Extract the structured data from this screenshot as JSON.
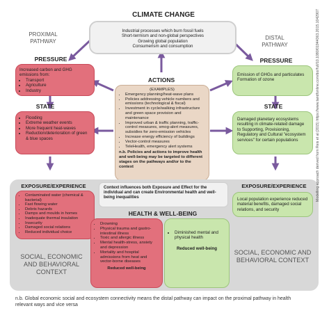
{
  "colors": {
    "red_fill": "#e2707c",
    "red_border": "#c84a59",
    "green_fill": "#c9e6ad",
    "green_border": "#9cc57c",
    "tan_fill": "#ead7c6",
    "tan_border": "#c9ad95",
    "grey_fill": "#f1f1f1",
    "grey_border": "#cfcfcf",
    "context_band": "#d8d8d8",
    "arrow": "#7a5a9e"
  },
  "headings": {
    "climate_change": "CLIMATE CHANGE",
    "proximal_line1": "PROXIMAL",
    "proximal_line2": "PATHWAY",
    "distal_line1": "DISTAL",
    "distal_line2": "PATHWAY",
    "pressure_left": "PRESSURE",
    "pressure_right": "PRESSURE",
    "actions": "ACTIONS",
    "state_left": "STATE",
    "state_right": "STATE",
    "exposure_left": "EXPOSURE/EXPERIENCE",
    "exposure_right": "EXPOSURE/EXPERIENCE",
    "health": "HEALTH & WELL-BEING"
  },
  "climate_change": {
    "lines": [
      "Industrial processes which burn fossil fuels",
      "Short-termism and non-global perspectives",
      "Growing global population",
      "Consumerism and consumption"
    ]
  },
  "pressure_left": {
    "intro": "Increased carbon and GHG emissions from:",
    "items": [
      "Transport",
      "Agriculture",
      "Industry"
    ]
  },
  "pressure_right": {
    "text": "Emission of GHGs and particulates Formation of ozone"
  },
  "actions": {
    "examples_label": "(EXAMPLES)",
    "items": [
      "Emergency planning/heat-wave plans",
      "Policies addressing vehicle numbers and emissions (technological & fiscal)",
      "Investment in cycle/walking infrastructure and green space provision and maintenance",
      "Improved urban & traffic planning, traffic-control measures, smog-alert measures, subsidies for zero-emission vehicles",
      "Increase energy efficiency of buildings",
      "Vector-control measures",
      "TeleHealth, emergency alert systems"
    ],
    "note": "n.b. Policies and actions to improve health and well-being may be targeted to different stages on the pathways and/or to the context"
  },
  "state_left": {
    "items": [
      "Flooding",
      "Extreme weather events",
      "More frequent heat-waves",
      "Reduction/deterioration of green & blue spaces"
    ]
  },
  "state_right": {
    "text": "Damaged planetary ecosystems resulting in climate-related damage to Supporting, Provisioning, Regulatory and Cultural \"ecosystem services\" for certain populations"
  },
  "exposure_left": {
    "items": [
      "Contaminated water (chemical & bacterial)",
      "Fast flowing water",
      "Debris hazards",
      "Damps and moulds in homes",
      "Inadequate thermal insulation",
      "Insecurity",
      "Damaged social relations",
      "Reduced individual choice"
    ]
  },
  "exposure_right": {
    "text": "Local population experience reduced material benefits, damaged social relations, and security"
  },
  "context_note": {
    "text": "Context influences both Exposure and Effect for the individual and can create Environmental health and well-being inequalities"
  },
  "context_label_left": "SOCIAL, ECONOMIC AND BEHAVIORAL CONTEXT",
  "context_label_right": "SOCIAL, ECONOMIC AND BEHAVIORAL CONTEXT",
  "health_left": {
    "items": [
      "Drowning",
      "Physical trauma and gastro-intestinal illness",
      "Toxic and allergic illness",
      "Mental health-stress, anxiety and depression",
      "Mortality and hospital admissions from heat and vector-borne diseases"
    ],
    "footer": "Reduced well-being"
  },
  "health_right": {
    "items": [
      "Diminished mental and physical health"
    ],
    "footer": "Reduced well-being"
  },
  "footnote": "n.b. Global economic social and ecosystem connectivity means the distal pathway can impact on the proximal pathway in health relevant ways and vice versa",
  "side_credit": "Modelling approach derived from Reis et al (2015) https://www.tandfonline.com/doi/full/10.1080/01944363.2015.1042907"
}
